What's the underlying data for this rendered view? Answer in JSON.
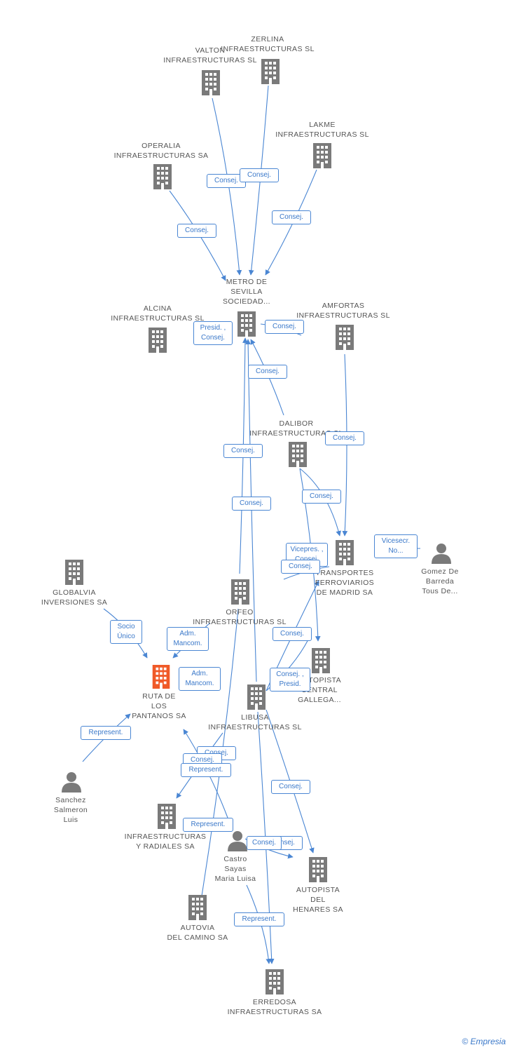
{
  "colors": {
    "edge": "#4a86d3",
    "company": "#7a7a7a",
    "highlight": "#f05a28",
    "person": "#7a7a7a",
    "label_text": "#555555"
  },
  "nodes": [
    {
      "id": "zerlina",
      "type": "company",
      "label": "ZERLINA\nINFRAESTRUCTURAS SL"
    },
    {
      "id": "valton",
      "type": "company",
      "label": "VALTON\nINFRAESTRUCTURAS SL"
    },
    {
      "id": "lakme",
      "type": "company",
      "label": "LAKME\nINFRAESTRUCTURAS SL"
    },
    {
      "id": "operalia",
      "type": "company",
      "label": "OPERALIA\nINFRAESTRUCTURAS SA"
    },
    {
      "id": "metro",
      "type": "company",
      "label": "METRO DE\nSEVILLA\nSOCIEDAD..."
    },
    {
      "id": "alcina",
      "type": "company",
      "label": "ALCINA\nINFRAESTRUCTURAS SL"
    },
    {
      "id": "amfortas",
      "type": "company",
      "label": "AMFORTAS\nINFRAESTRUCTURAS SL"
    },
    {
      "id": "dalibor",
      "type": "company",
      "label": "DALIBOR\nINFRAESTRUCTURAS SL"
    },
    {
      "id": "transportes",
      "type": "company",
      "label": "TRANSPORTES\nFERROVIARIOS\nDE MADRID SA"
    },
    {
      "id": "gomez",
      "type": "person",
      "label": "Gomez De\nBarreda\nTous De..."
    },
    {
      "id": "globalvia",
      "type": "company",
      "label": "GLOBALVIA\nINVERSIONES SA"
    },
    {
      "id": "orfeo",
      "type": "company",
      "label": "ORFEO\nINFRAESTRUCTURAS SL"
    },
    {
      "id": "ruta",
      "type": "highlight",
      "label": "RUTA DE\nLOS\nPANTANOS SA"
    },
    {
      "id": "autopista_central",
      "type": "company",
      "label": "AUTOPISTA\nCENTRAL\nGALLEGA..."
    },
    {
      "id": "libusa",
      "type": "company",
      "label": "LIBUSA\nINFRAESTRUCTURAS SL"
    },
    {
      "id": "sanchez",
      "type": "person",
      "label": "Sanchez\nSalmeron\nLuis"
    },
    {
      "id": "radiales",
      "type": "company",
      "label": "INFRAESTRUCTURAS\nY RADIALES SA"
    },
    {
      "id": "castro",
      "type": "person",
      "label": "Castro\nSayas\nMaria Luisa"
    },
    {
      "id": "henares",
      "type": "company",
      "label": "AUTOPISTA\nDEL\nHENARES SA"
    },
    {
      "id": "autovia",
      "type": "company",
      "label": "AUTOVIA\nDEL CAMINO SA"
    },
    {
      "id": "erredosa",
      "type": "company",
      "label": "ERREDOSA\nINFRAESTRUCTURAS SA"
    }
  ],
  "edge_labels": [
    "Consej.",
    "Consej.",
    "Consej.",
    "Consej.",
    "Presid. ,\nConsej.",
    "Consej.",
    "Consej.",
    "Consej.",
    "Consej.",
    "Consej.",
    "Vicepres. ,\nConsej.",
    "Consej.",
    "Vicesecr.\nNo...",
    "Socio\nÚnico",
    "Adm.\nMancom.",
    "Adm.\nMancom.",
    "Consej.",
    "Consej.",
    "Consej. ,\nPresid.",
    "Represent.",
    "Consej.",
    "Consej.",
    "Represent.",
    "Consej.",
    "Represent.",
    "Consej.",
    "Consej.",
    "Represent."
  ],
  "footer": {
    "copyright": "©",
    "brand": "Empresia"
  }
}
